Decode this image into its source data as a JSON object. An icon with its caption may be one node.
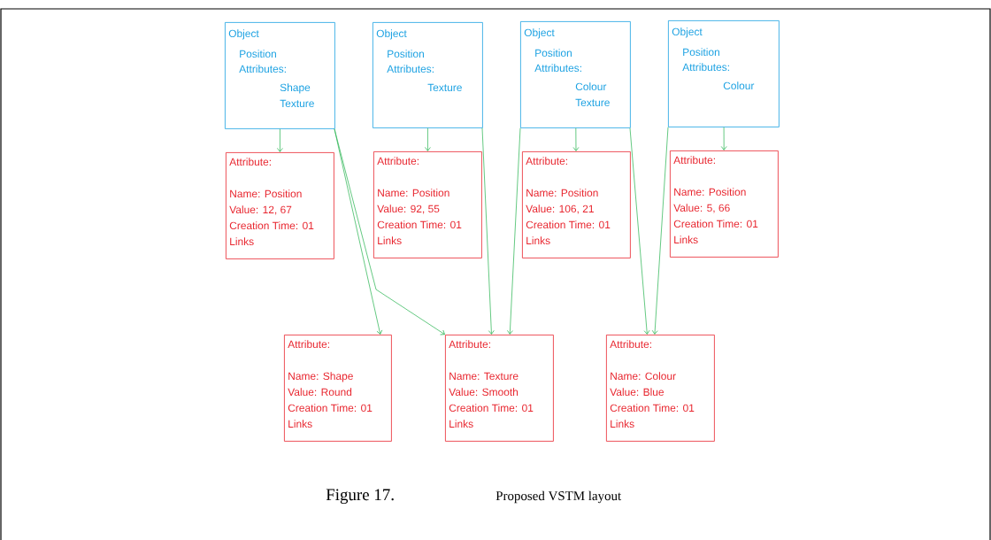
{
  "diagram": {
    "caption": "Figure 17.",
    "nodes": [
      {
        "text": [
          "Object",
          "Position",
          "Attributes:",
          "Shape",
          "Texture"
        ]
      },
      {
        "text": [
          "Object",
          "Position",
          "Attributes:",
          "Texture"
        ]
      },
      {
        "text": [
          "Object",
          "Position",
          "Attributes:",
          "Colour",
          "Texture"
        ]
      },
      {
        "text": [
          "Object",
          "Position",
          "Attributes:",
          "Colour"
        ]
      },
      {
        "text": [
          "Attribute:",
          "Name: Position",
          "Value: 12, 67",
          "Creation Time: 01",
          "Links"
        ]
      },
      {
        "text": [
          "Attribute:",
          "Name: Position",
          "Value: 92, 55",
          "Creation Time: 01",
          "Links"
        ]
      },
      {
        "text": [
          "Attribute:",
          "Name: Position",
          "Value: 106, 21",
          "Creation Time: 01",
          "Links"
        ]
      },
      {
        "text": [
          "Attribute:",
          "Name: Position",
          "Value: 5, 66",
          "Creation Time: 01",
          "Links"
        ]
      },
      {
        "text": [
          "Attribute:",
          "Name: Shape",
          "Value: Round",
          "Creation Time: 01",
          "Links"
        ]
      },
      {
        "text": [
          "Attribute:",
          "Name: Texture",
          "Value: Smooth",
          "Creation Time: 01",
          "Links"
        ]
      },
      {
        "text": [
          "Attribute:",
          "Name: Colour",
          "Value: Blue",
          "Creation Time: 01",
          "Links"
        ]
      }
    ],
    "edges": [
      {
        "from": 0,
        "to": 4,
        "arrow": "to"
      },
      {
        "from": 1,
        "to": 5,
        "arrow": "to"
      },
      {
        "from": 2,
        "to": 6,
        "arrow": "to"
      },
      {
        "from": 3,
        "to": 7,
        "arrow": "to"
      },
      {
        "from": 0,
        "to": 8,
        "arrow": "to"
      },
      {
        "from": 0,
        "to": 9,
        "arrow": "to"
      },
      {
        "from": 1,
        "to": 9,
        "arrow": "to"
      },
      {
        "from": 2,
        "to": 9,
        "arrow": "to"
      },
      {
        "from": 2,
        "to": 10,
        "arrow": "to"
      },
      {
        "from": 3,
        "to": 10,
        "arrow": "to"
      }
    ],
    "labels": [
      "Proposed VSTM layout"
    ]
  }
}
